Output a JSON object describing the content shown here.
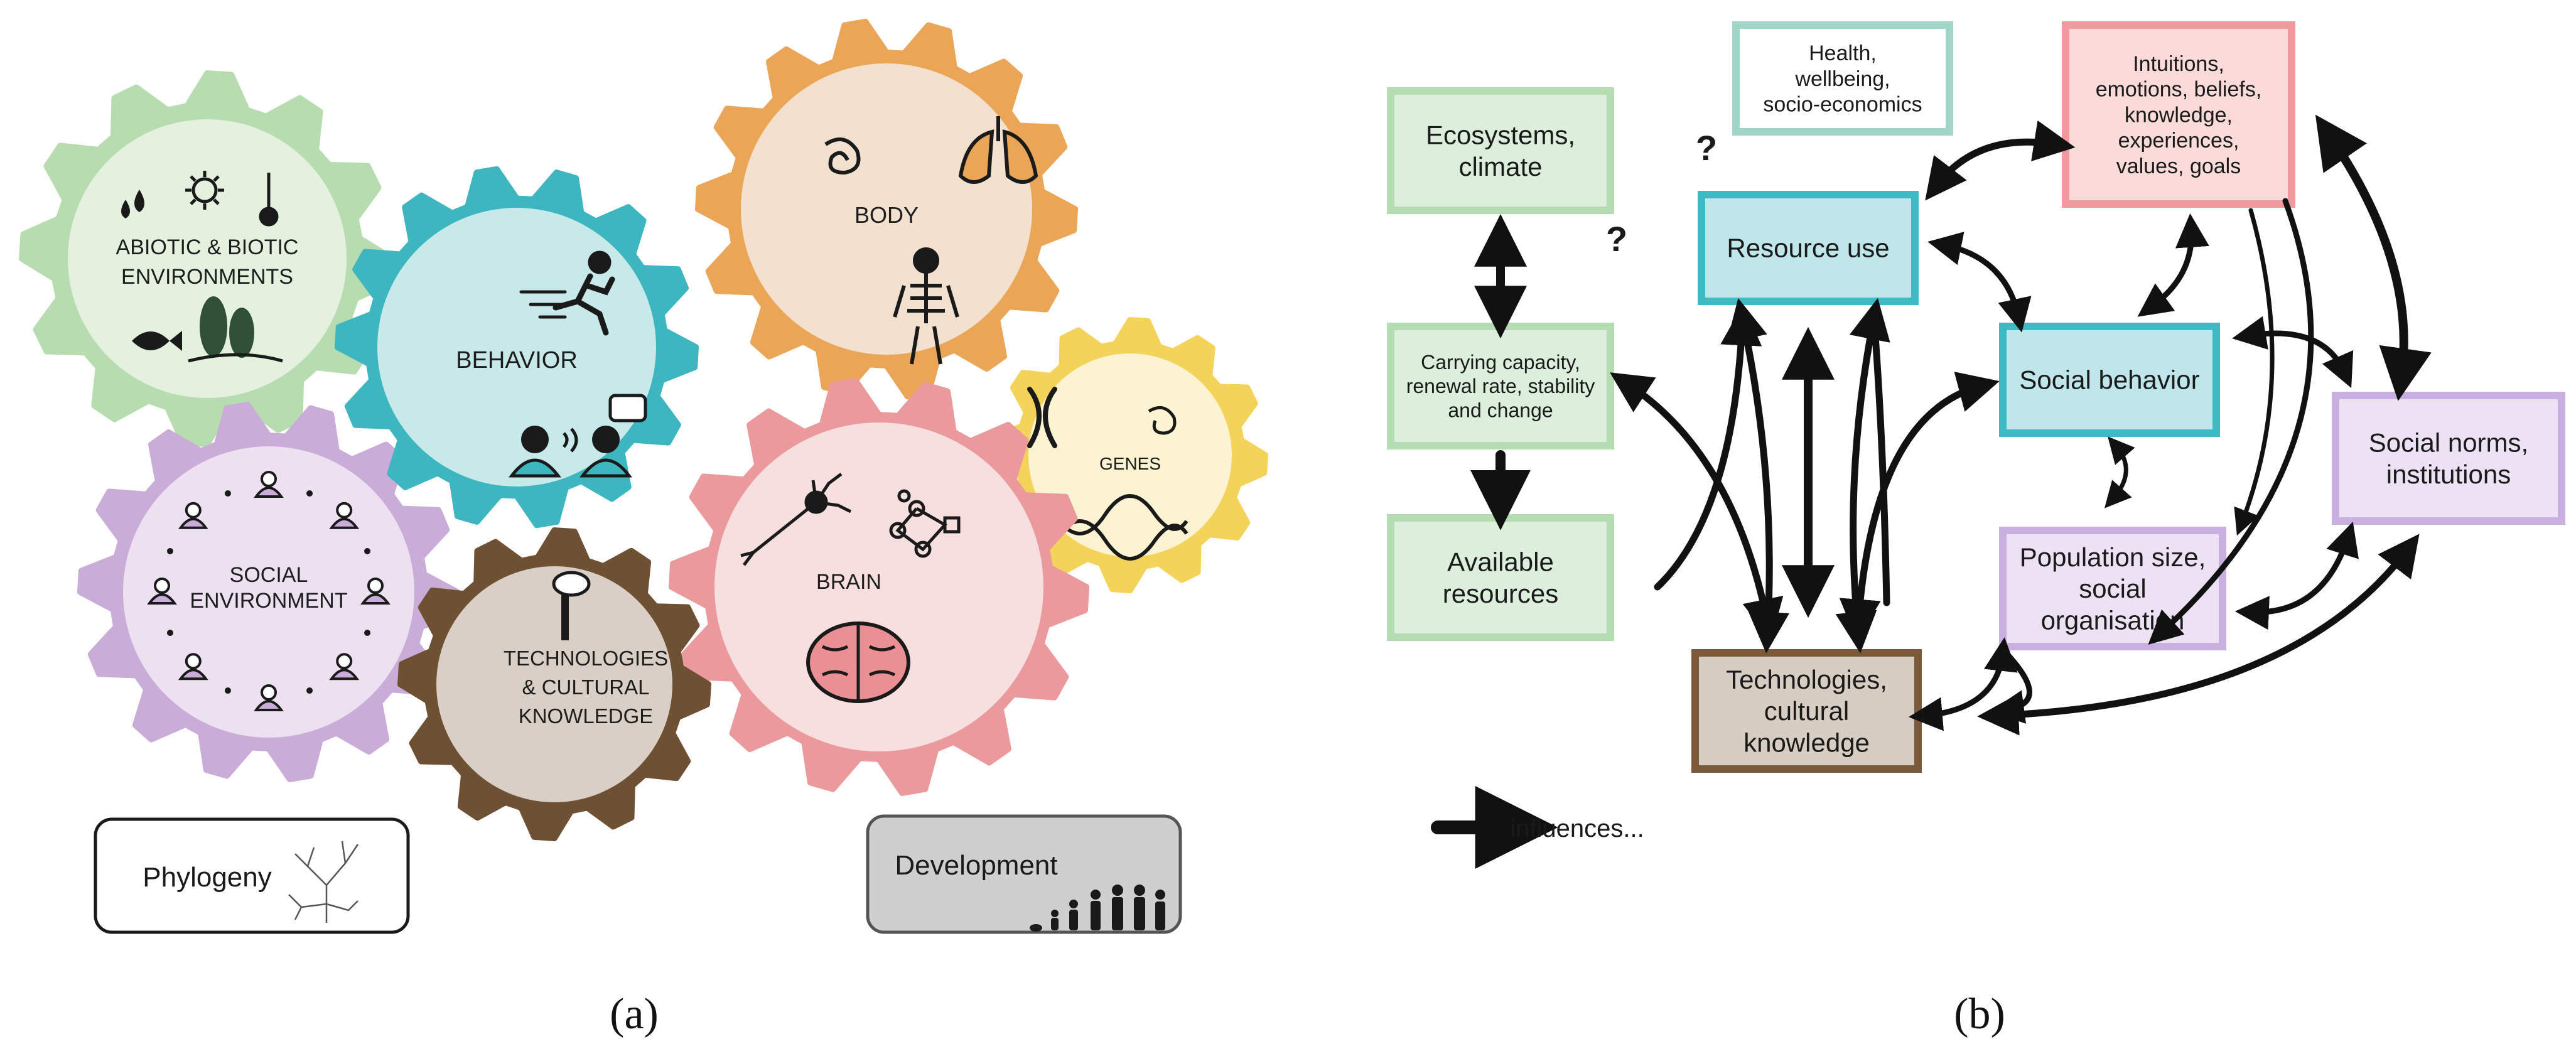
{
  "panel_a": {
    "panel_label": "(a)",
    "gears": {
      "abiotic": {
        "line1": "ABIOTIC & BIOTIC",
        "line2": "ENVIRONMENTS",
        "color": "#b7dcb0",
        "face": "#e4f1df"
      },
      "behavior": {
        "line1": "BEHAVIOR",
        "color": "#3db6c0",
        "face": "#c7e9ea"
      },
      "body": {
        "line1": "BODY",
        "color": "#eba556",
        "face": "#f2e1cf"
      },
      "genes": {
        "line1": "GENES",
        "color": "#f3d35a",
        "face": "#fbf3d2"
      },
      "brain": {
        "line1": "BRAIN",
        "color": "#ea9a9c",
        "face": "#f7dfdf"
      },
      "social": {
        "line1": "SOCIAL",
        "line2": "ENVIRONMENT",
        "color": "#c9acd8",
        "face": "#ece0f1"
      },
      "tech": {
        "line1": "TECHNOLOGIES",
        "line2": "& CULTURAL",
        "line3": "KNOWLEDGE",
        "color": "#6e5033",
        "face": "#d9cfc6"
      }
    },
    "phylogeny_label": "Phylogeny",
    "development_label": "Development"
  },
  "panel_b": {
    "panel_label": "(b)",
    "boxes": {
      "ecosystems": [
        "Ecosystems,",
        "climate"
      ],
      "carrying": [
        "Carrying capacity,",
        "renewal rate, stability",
        "and change"
      ],
      "available": [
        "Available",
        "resources"
      ],
      "health": [
        "Health,",
        "wellbeing,",
        "socio-economics"
      ],
      "resource_use": [
        "Resource use"
      ],
      "intuitions": [
        "Intuitions,",
        "emotions, beliefs,",
        "knowledge,",
        "experiences,",
        "values, goals"
      ],
      "social_behavior": [
        "Social behavior"
      ],
      "social_norms": [
        "Social norms,",
        "institutions"
      ],
      "population": [
        "Population size,",
        "social",
        "organisation"
      ],
      "technologies": [
        "Technologies,",
        "cultural",
        "knowledge"
      ]
    },
    "question_mark": "?",
    "legend_label": "influences...",
    "colors": {
      "green_fill": "#dcefdc",
      "green_border": "#b5dcb2",
      "teal_fill": "#bfe6ea",
      "teal_border": "#3dbac4",
      "pink_fill": "#fbdada",
      "pink_border": "#f09aa0",
      "purple_fill": "#ece2f4",
      "purple_border": "#c9aee0",
      "brown_fill": "#d7cdc3",
      "brown_border": "#7a5a3a"
    }
  }
}
